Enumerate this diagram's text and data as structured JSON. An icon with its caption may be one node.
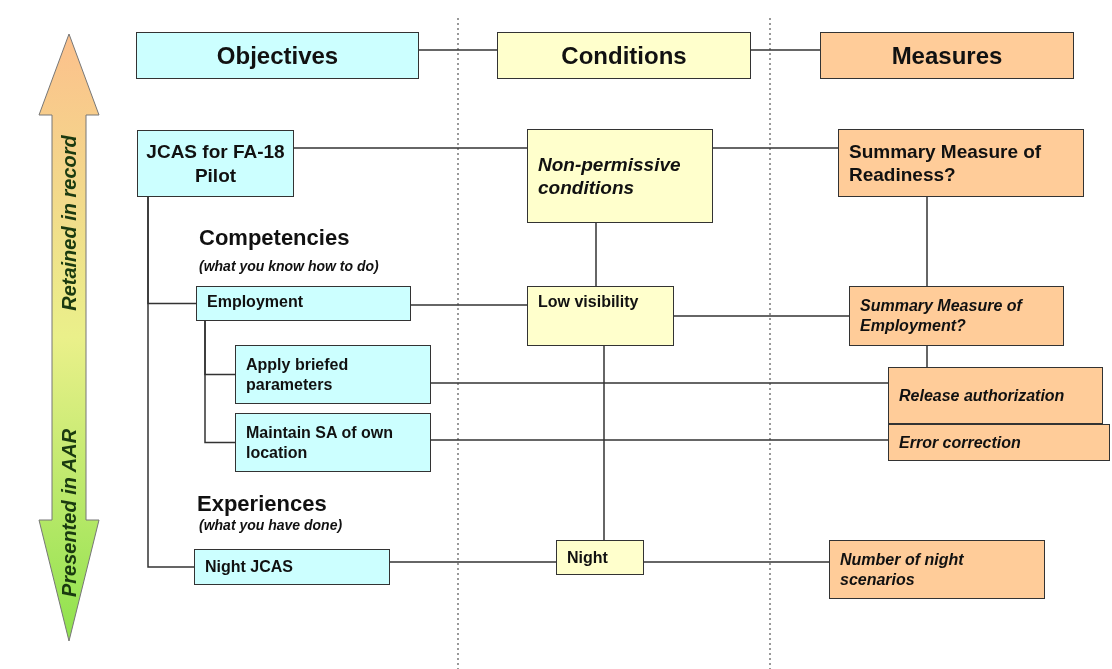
{
  "diagram": {
    "nodes": [
      {
        "text": [
          "Objectives"
        ]
      },
      {
        "text": [
          "Conditions"
        ]
      },
      {
        "text": [
          "Measures"
        ]
      },
      {
        "text": [
          "JCAS for FA-18 Pilot"
        ]
      },
      {
        "text": [
          "Non-permissive conditions"
        ]
      },
      {
        "text": [
          "Summary Measure of Readiness?"
        ]
      },
      {
        "text": [
          "Employment"
        ]
      },
      {
        "text": [
          "Low visibility"
        ]
      },
      {
        "text": [
          "Summary Measure of Employment?"
        ]
      },
      {
        "text": [
          "Apply briefed parameters"
        ]
      },
      {
        "text": [
          "Release authorization"
        ]
      },
      {
        "text": [
          "Maintain SA of own location"
        ]
      },
      {
        "text": [
          "Error correction"
        ]
      },
      {
        "text": [
          "Night JCAS"
        ]
      },
      {
        "text": [
          "Night"
        ]
      },
      {
        "text": [
          "Number of night scenarios"
        ]
      },
      {
        "text": [
          "Retained in record",
          "Presented in AAR"
        ]
      }
    ],
    "edges": [
      {
        "from": 0,
        "to": 1,
        "arrow": "none"
      },
      {
        "from": 1,
        "to": 2,
        "arrow": "none"
      },
      {
        "from": 3,
        "to": 4,
        "arrow": "none"
      },
      {
        "from": 4,
        "to": 5,
        "arrow": "none"
      },
      {
        "from": 3,
        "to": 6,
        "arrow": "none"
      },
      {
        "from": 3,
        "to": 13,
        "arrow": "none"
      },
      {
        "from": 4,
        "to": 7,
        "arrow": "none"
      },
      {
        "from": 6,
        "to": 7,
        "arrow": "none"
      },
      {
        "from": 7,
        "to": 8,
        "arrow": "none"
      },
      {
        "from": 5,
        "to": 8,
        "arrow": "none"
      },
      {
        "from": 8,
        "to": 10,
        "arrow": "none"
      },
      {
        "from": 6,
        "to": 9,
        "arrow": "none"
      },
      {
        "from": 6,
        "to": 11,
        "arrow": "none"
      },
      {
        "from": 9,
        "to": 10,
        "arrow": "none"
      },
      {
        "from": 11,
        "to": 12,
        "arrow": "none"
      },
      {
        "from": 7,
        "to": 14,
        "arrow": "none"
      },
      {
        "from": 13,
        "to": 14,
        "arrow": "none"
      },
      {
        "from": 14,
        "to": 15,
        "arrow": "none"
      }
    ],
    "labels": [
      "Competencies",
      "(what you know how to do)",
      "Experiences",
      "(what you have done)"
    ]
  }
}
